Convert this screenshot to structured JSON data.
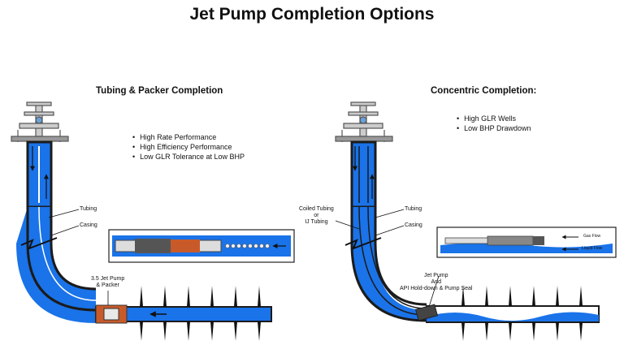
{
  "title": "Jet Pump Completion Options",
  "left": {
    "heading": "Tubing & Packer Completion",
    "bullets": [
      "High Rate Performance",
      "High Efficiency Performance",
      "Low GLR Tolerance at Low BHP"
    ],
    "labels": {
      "tubing": "Tubing",
      "casing": "Casing",
      "pump_line1": "3.5 Jet Pump",
      "pump_line2": "& Packer"
    }
  },
  "right": {
    "heading": "Concentric Completion:",
    "bullets": [
      "High GLR Wells",
      "Low BHP Drawdown"
    ],
    "labels": {
      "coiled_line1": "Coiled Tubing",
      "coiled_line2": "or",
      "coiled_line3": "IJ Tubing",
      "tubing": "Tubing",
      "casing": "Casing",
      "pump_line1": "Jet Pump",
      "pump_line2": "And",
      "pump_line3": "API Hold-down & Pump Seal",
      "gas_flow": "Gas Flow",
      "liquid_flow": "Liquid Flow"
    }
  },
  "colors": {
    "fluid": "#1a73e8",
    "casing": "#1b1b1b",
    "pump": "#c85a2a"
  }
}
